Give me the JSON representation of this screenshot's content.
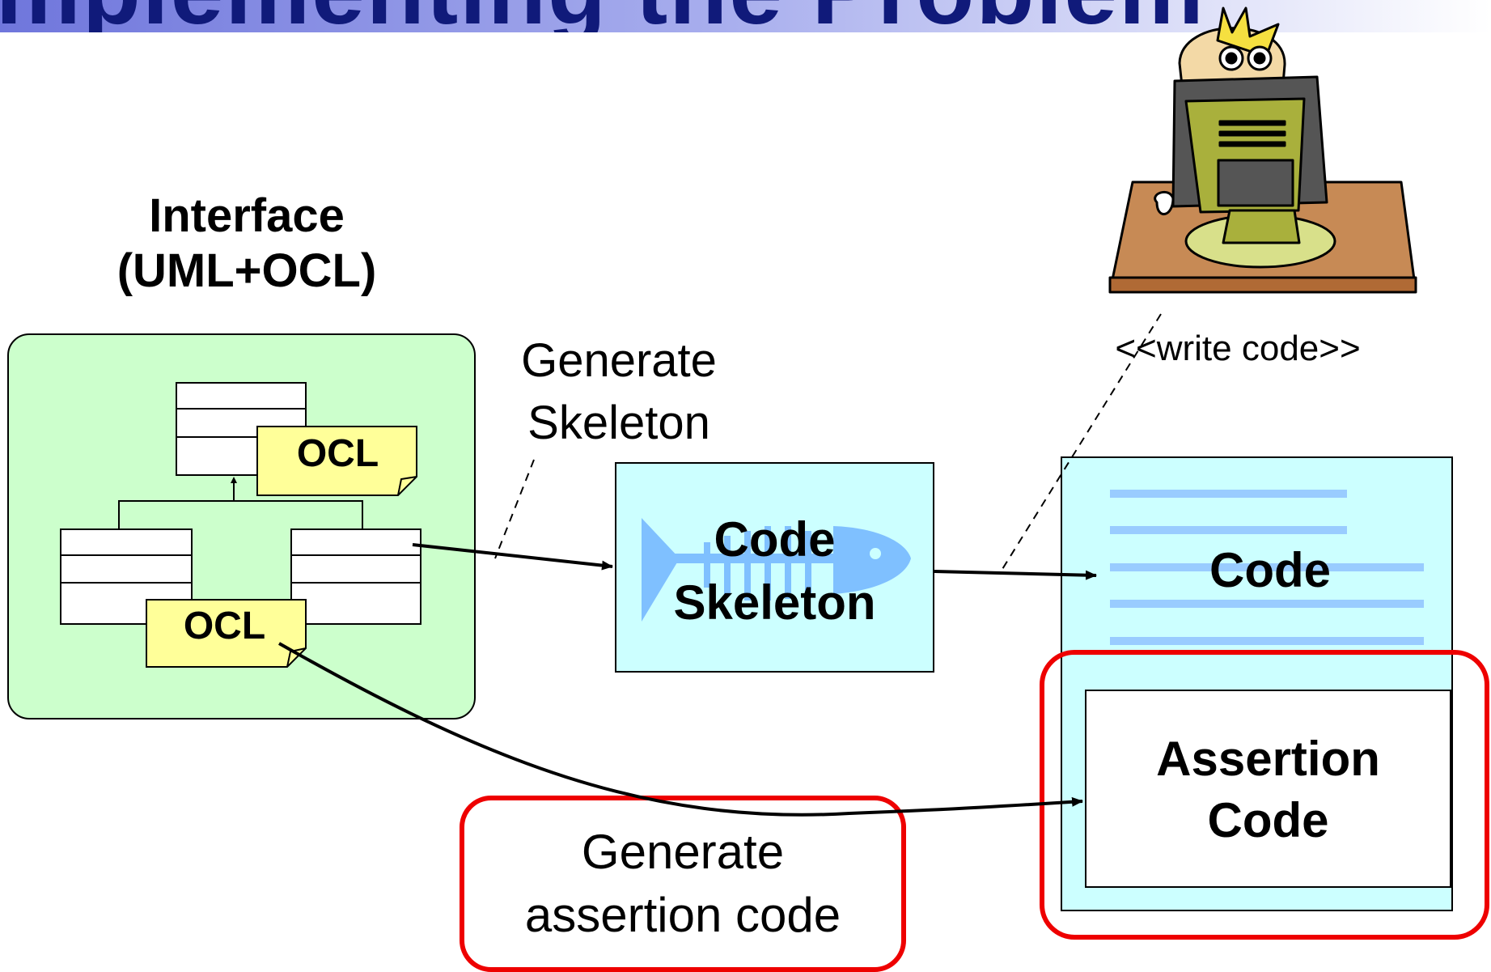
{
  "title": "Implementing the Problem",
  "interface": {
    "title_line1": "Interface",
    "title_line2": "(UML+OCL)",
    "ocl_top": "OCL",
    "ocl_bottom": "OCL"
  },
  "labels": {
    "generate_skeleton_1": "Generate",
    "generate_skeleton_2": "Skeleton",
    "write_code": "<<write code>>",
    "generate_assertion_1": "Generate",
    "generate_assertion_2": "assertion code"
  },
  "boxes": {
    "code_skeleton_1": "Code",
    "code_skeleton_2": "Skeleton",
    "code": "Code",
    "assertion_1": "Assertion",
    "assertion_2": "Code"
  },
  "colors": {
    "interface_fill": "#ccffcc",
    "skeleton_fill": "#ccffff",
    "ocl_note_fill": "#ffff99",
    "highlight_red": "#ee0000",
    "code_lines": "#99ccff"
  }
}
